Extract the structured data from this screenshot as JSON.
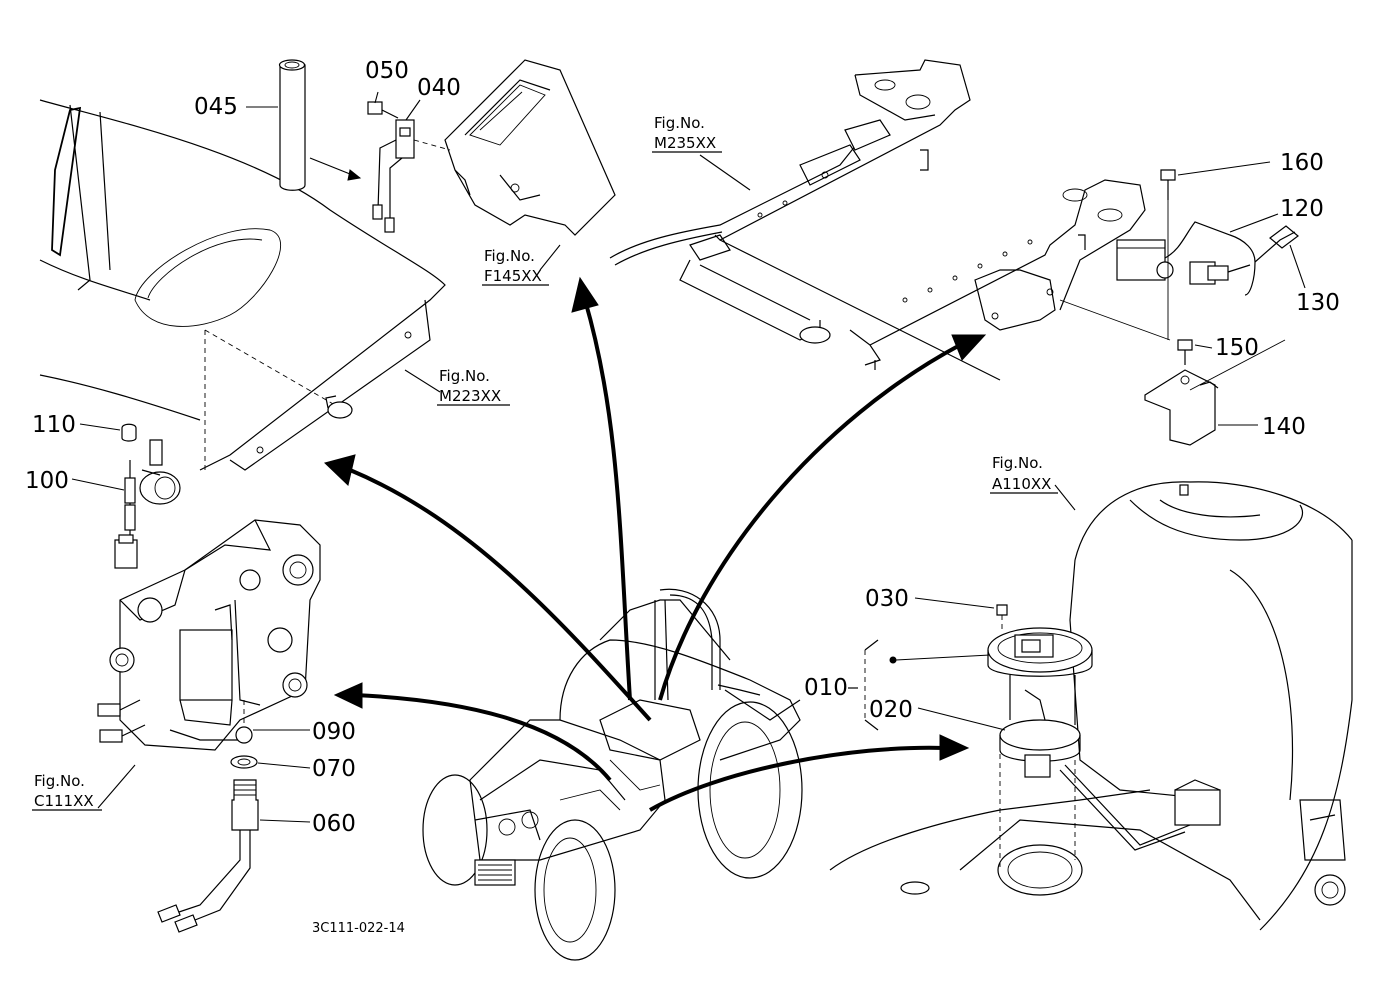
{
  "drawing_code": "3C111-022-14",
  "part_callouts": [
    "045",
    "050",
    "040",
    "110",
    "100",
    "090",
    "070",
    "060",
    "010",
    "020",
    "030",
    "160",
    "120",
    "130",
    "150",
    "140"
  ],
  "figure_refs": [
    {
      "label": "Fig.No.",
      "code": "F145XX"
    },
    {
      "label": "Fig.No.",
      "code": "M223XX"
    },
    {
      "label": "Fig.No.",
      "code": "M235XX"
    },
    {
      "label": "Fig.No.",
      "code": "A110XX"
    },
    {
      "label": "Fig.No.",
      "code": "C111XX"
    }
  ]
}
